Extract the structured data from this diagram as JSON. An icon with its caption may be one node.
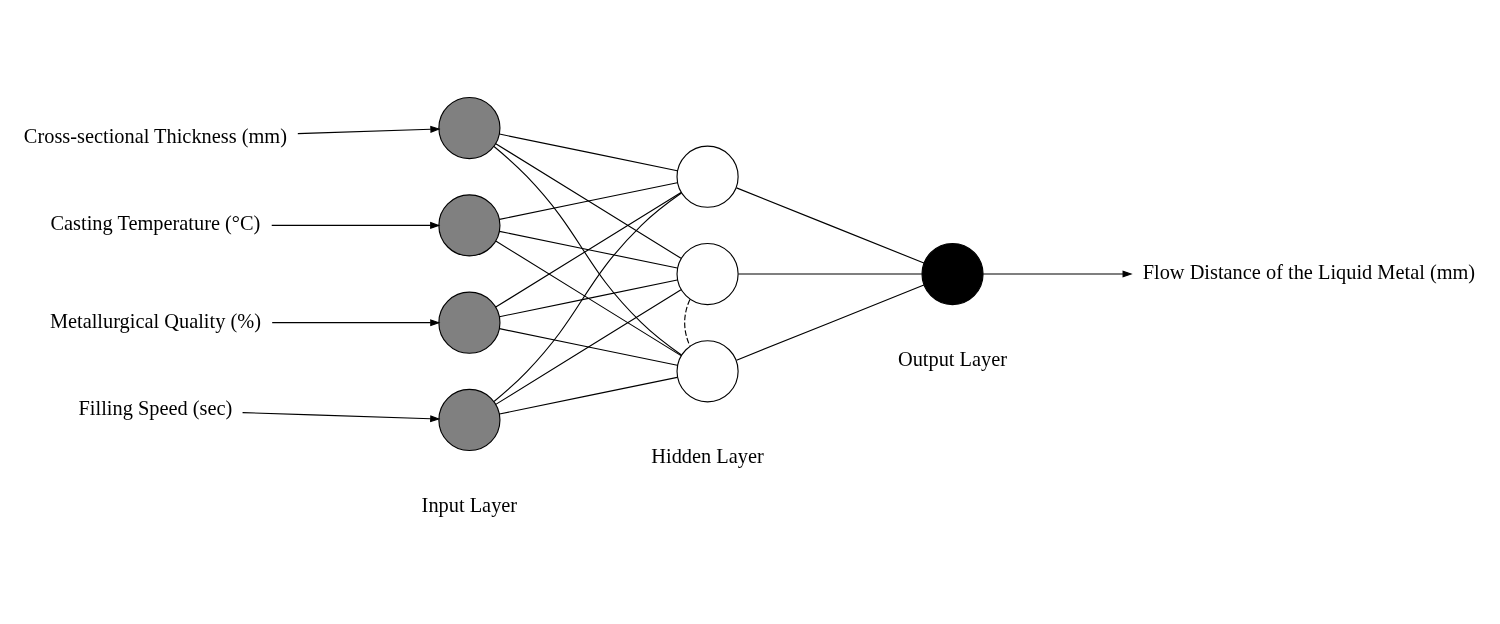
{
  "diagram": {
    "nodes": [
      {
        "text": [
          "Cross-sectional Thickness (mm)"
        ]
      },
      {
        "text": [
          "Casting Temperature (°C)"
        ]
      },
      {
        "text": [
          "Metallurgical Quality (%)"
        ]
      },
      {
        "text": [
          "Filling Speed (sec)"
        ]
      },
      {
        "text": [],
        "shape": "circle"
      },
      {
        "text": [],
        "shape": "circle"
      },
      {
        "text": [],
        "shape": "circle"
      },
      {
        "text": [],
        "shape": "circle"
      },
      {
        "text": [],
        "shape": "circle"
      },
      {
        "text": [],
        "shape": "circle"
      },
      {
        "text": [],
        "shape": "circle"
      },
      {
        "text": [],
        "shape": "circle"
      },
      {
        "text": [
          "Flow Distance of the Liquid Metal (mm)"
        ]
      }
    ],
    "edges": [
      {
        "from": 0,
        "to": 4,
        "arrow": "to"
      },
      {
        "from": 1,
        "to": 5,
        "arrow": "to"
      },
      {
        "from": 2,
        "to": 6,
        "arrow": "to"
      },
      {
        "from": 3,
        "to": 7,
        "arrow": "to"
      },
      {
        "from": 4,
        "to": 8,
        "arrow": "none"
      },
      {
        "from": 4,
        "to": 9,
        "arrow": "none"
      },
      {
        "from": 4,
        "to": 10,
        "arrow": "none"
      },
      {
        "from": 5,
        "to": 8,
        "arrow": "none"
      },
      {
        "from": 5,
        "to": 9,
        "arrow": "none"
      },
      {
        "from": 5,
        "to": 10,
        "arrow": "none"
      },
      {
        "from": 6,
        "to": 8,
        "arrow": "none"
      },
      {
        "from": 6,
        "to": 9,
        "arrow": "none"
      },
      {
        "from": 6,
        "to": 10,
        "arrow": "none"
      },
      {
        "from": 7,
        "to": 8,
        "arrow": "none"
      },
      {
        "from": 7,
        "to": 9,
        "arrow": "none"
      },
      {
        "from": 7,
        "to": 10,
        "arrow": "none"
      },
      {
        "from": 9,
        "to": 10,
        "arrow": "none",
        "style": "dashed"
      },
      {
        "from": 8,
        "to": 11,
        "arrow": "none"
      },
      {
        "from": 9,
        "to": 11,
        "arrow": "none"
      },
      {
        "from": 10,
        "to": 11,
        "arrow": "none"
      },
      {
        "from": 11,
        "to": 12,
        "arrow": "to"
      }
    ],
    "labels": [
      "Input Layer",
      "Hidden Layer",
      "Output Layer"
    ]
  }
}
